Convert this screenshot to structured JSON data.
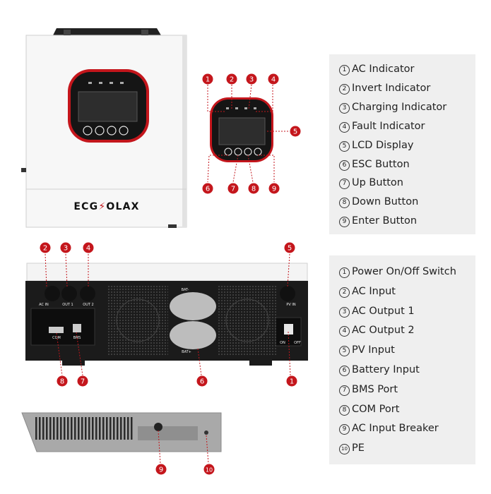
{
  "brand": {
    "left": "ECG",
    "right": "OLAX"
  },
  "panel_labels": {
    "ac_in": "AC IN",
    "out1": "OUT 1",
    "out2": "OUT 2",
    "pv_in": "PV IN",
    "bat_minus": "BAT-",
    "bat_plus": "BAT+",
    "com": "COM",
    "bms": "BMS",
    "on": "ON",
    "off": "OFF"
  },
  "front_legend": [
    {
      "num": "1",
      "label": "AC Indicator"
    },
    {
      "num": "2",
      "label": "Invert Indicator"
    },
    {
      "num": "3",
      "label": "Charging Indicator"
    },
    {
      "num": "4",
      "label": "Fault Indicator"
    },
    {
      "num": "5",
      "label": "LCD Display"
    },
    {
      "num": "6",
      "label": "ESC Button"
    },
    {
      "num": "7",
      "label": "Up Button"
    },
    {
      "num": "8",
      "label": "Down Button"
    },
    {
      "num": "9",
      "label": "Enter Button"
    }
  ],
  "bottom_legend": [
    {
      "num": "1",
      "label": "Power On/Off Switch"
    },
    {
      "num": "2",
      "label": "AC Input"
    },
    {
      "num": "3",
      "label": "AC Output 1"
    },
    {
      "num": "4",
      "label": "AC Output 2"
    },
    {
      "num": "5",
      "label": "PV Input"
    },
    {
      "num": "6",
      "label": "Battery Input"
    },
    {
      "num": "7",
      "label": "BMS Port"
    },
    {
      "num": "8",
      "label": "COM Port"
    },
    {
      "num": "9",
      "label": "AC Input Breaker"
    },
    {
      "num": "10",
      "label": "PE"
    }
  ],
  "markers": {
    "zoom_top": [
      "1",
      "2",
      "3",
      "4"
    ],
    "zoom_side": "5",
    "zoom_bottom": [
      "6",
      "7",
      "8",
      "9"
    ],
    "bottom_top": [
      "2",
      "3",
      "4",
      "5"
    ],
    "bottom_lower": [
      "8",
      "7",
      "6",
      "1"
    ],
    "side": [
      "9",
      "10"
    ]
  },
  "colors": {
    "accent": "#c4161c",
    "panel_dark": "#1b1b1b",
    "legend_bg": "#efefef"
  }
}
